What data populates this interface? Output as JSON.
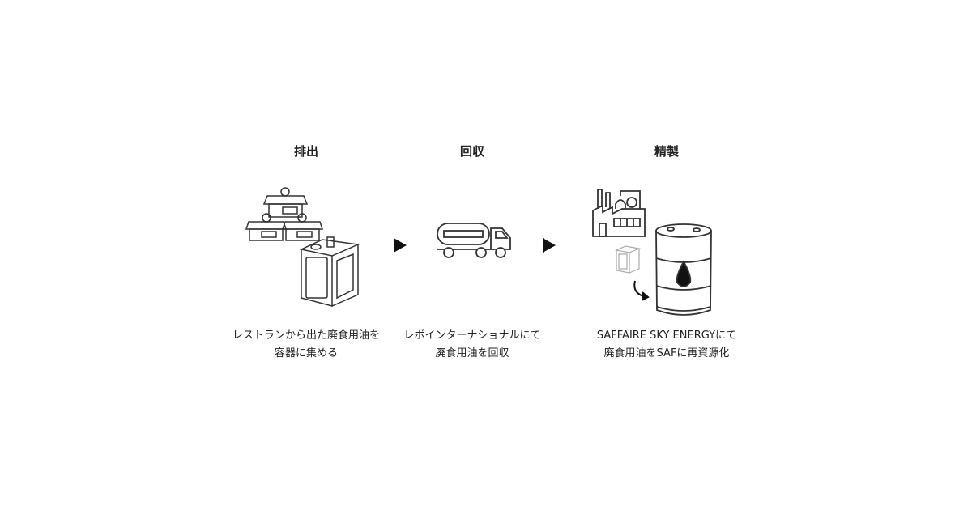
{
  "steps": [
    {
      "title": "排出",
      "caption_line1": "レストランから出た廃食用油を",
      "caption_line2": "容器に集める"
    },
    {
      "title": "回収",
      "caption_line1": "レボインターナショナルにて",
      "caption_line2": "廃食用油を回収"
    },
    {
      "title": "精製",
      "caption_line1": "SAFFAIRE SKY ENERGYにて",
      "caption_line2": "廃食用油をSAFに再資源化"
    }
  ],
  "icons": [
    "restaurants-icon",
    "oil-can-icon",
    "arrow-right-icon",
    "tanker-truck-icon",
    "arrow-right-icon",
    "factory-icon",
    "oil-can-icon",
    "curved-arrow-icon",
    "oil-drum-icon"
  ]
}
